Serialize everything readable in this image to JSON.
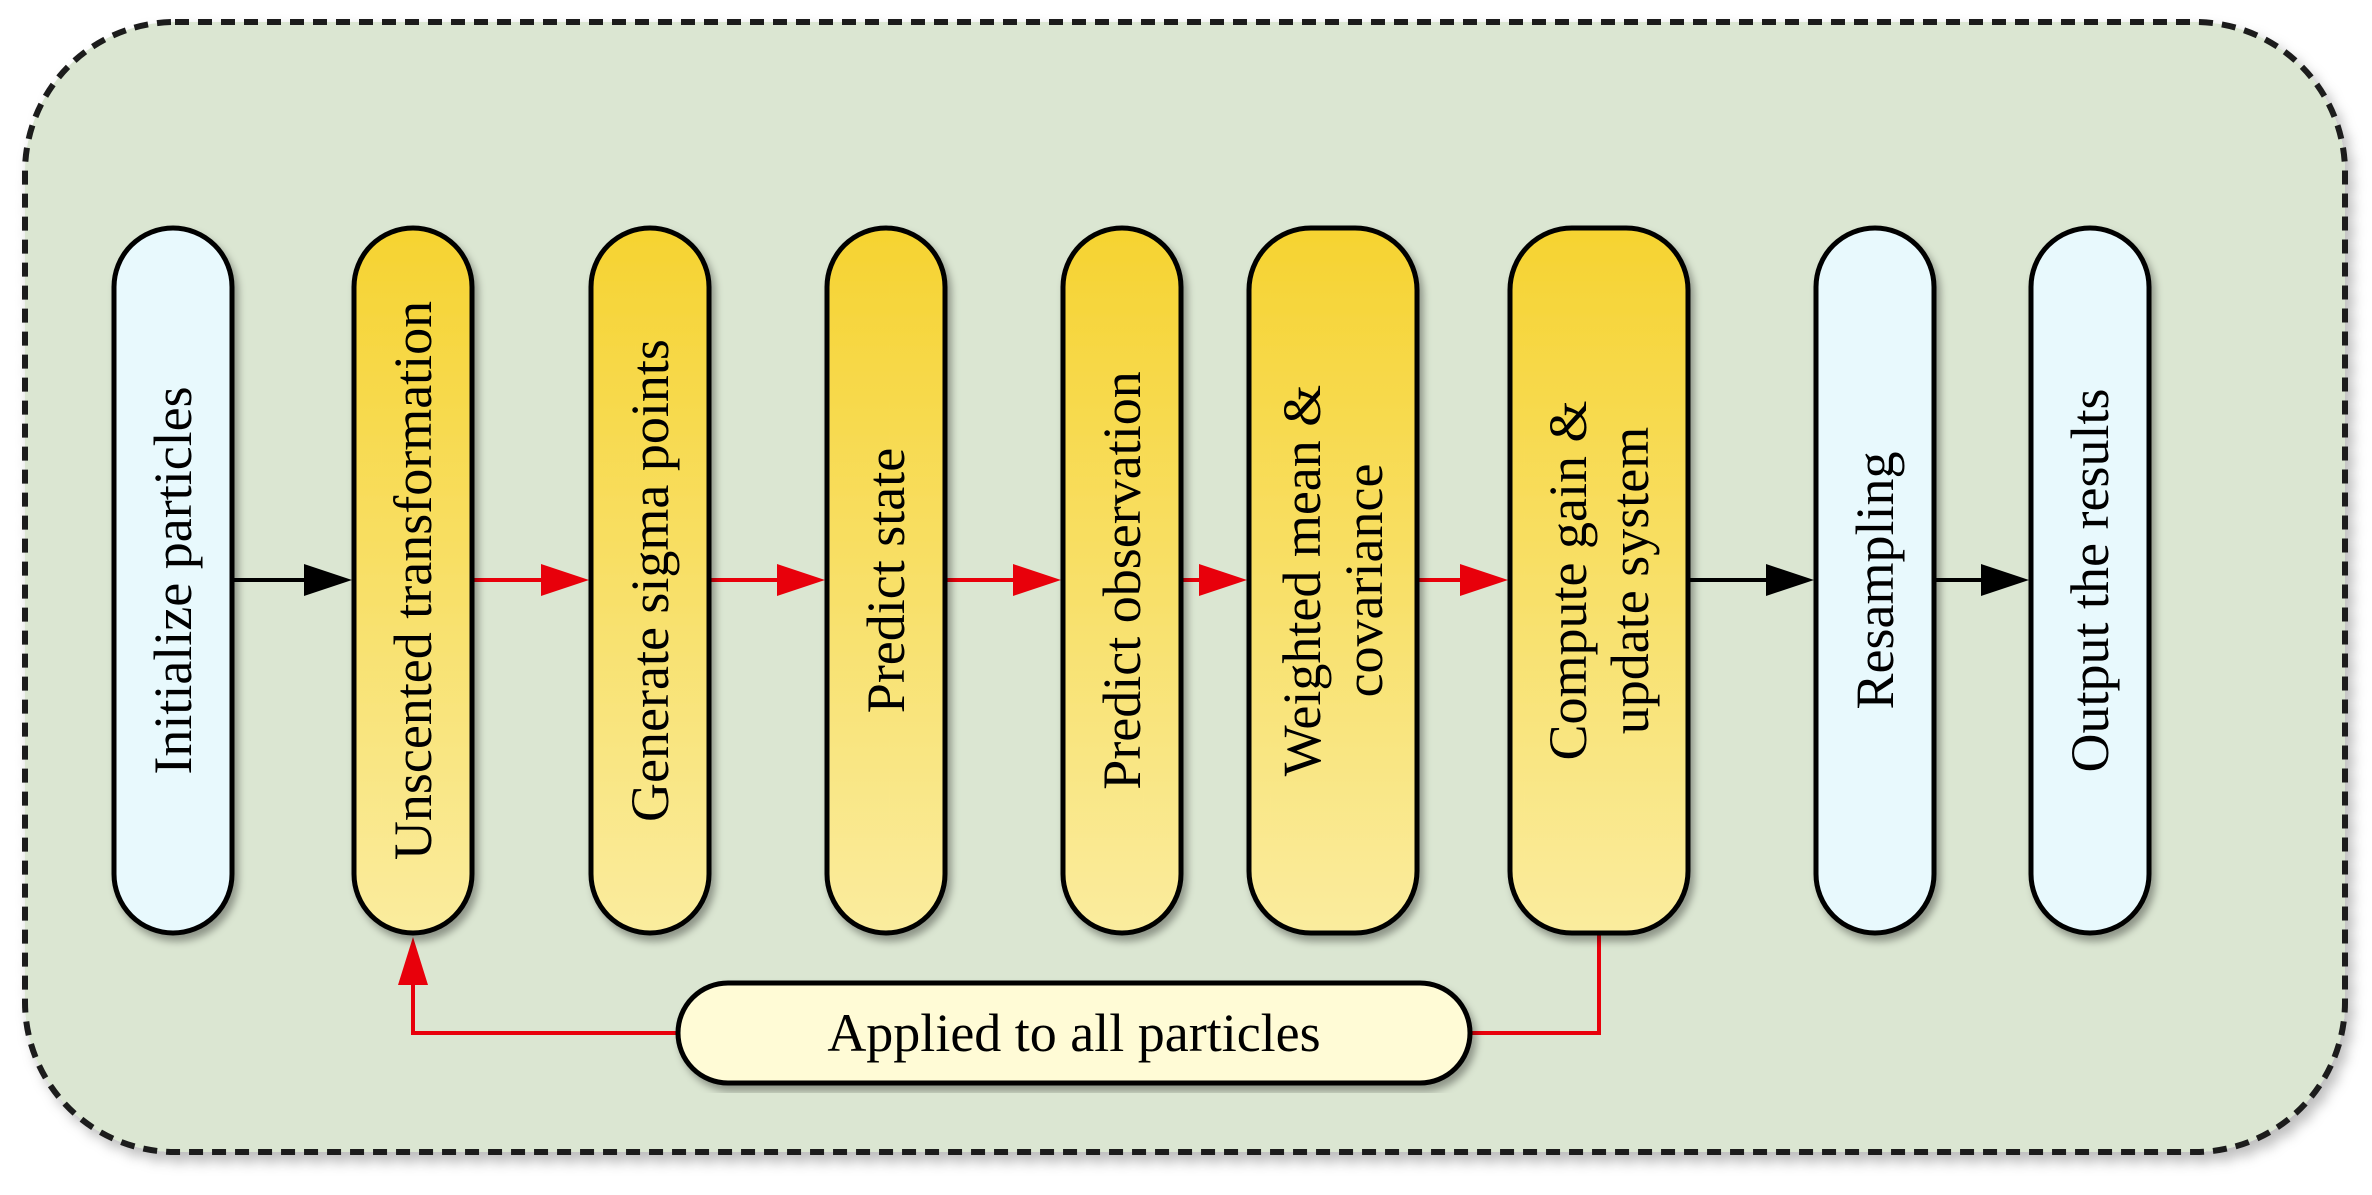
{
  "diagram": {
    "colors": {
      "background_panel": "#dbe6d2",
      "panel_border": "#1a1a1a",
      "node_blue_fill": "#e8f9fd",
      "node_yellow_top": "#f6d331",
      "node_yellow_bottom": "#faec9e",
      "legend_fill": "#fffbd6",
      "arrow_black": "#000000",
      "arrow_red": "#e8000b"
    },
    "nodes": [
      {
        "id": "init",
        "lines": [
          "Initialize particles"
        ],
        "style": "blue"
      },
      {
        "id": "unscented",
        "lines": [
          "Unscented transformation"
        ],
        "style": "yellow"
      },
      {
        "id": "sigma",
        "lines": [
          "Generate sigma points"
        ],
        "style": "yellow"
      },
      {
        "id": "predict-state",
        "lines": [
          "Predict state"
        ],
        "style": "yellow"
      },
      {
        "id": "predict-obs",
        "lines": [
          "Predict observation"
        ],
        "style": "yellow"
      },
      {
        "id": "weighted",
        "lines": [
          "Weighted mean &",
          "covariance"
        ],
        "style": "yellow"
      },
      {
        "id": "compute",
        "lines": [
          "Compute gain &",
          "update system"
        ],
        "style": "yellow"
      },
      {
        "id": "resampling",
        "lines": [
          "Resampling"
        ],
        "style": "blue"
      },
      {
        "id": "output",
        "lines": [
          "Output the results"
        ],
        "style": "blue"
      }
    ],
    "edges": [
      {
        "from": "init",
        "to": "unscented",
        "color": "black"
      },
      {
        "from": "unscented",
        "to": "sigma",
        "color": "red"
      },
      {
        "from": "sigma",
        "to": "predict-state",
        "color": "red"
      },
      {
        "from": "predict-state",
        "to": "predict-obs",
        "color": "red"
      },
      {
        "from": "predict-obs",
        "to": "weighted",
        "color": "red"
      },
      {
        "from": "weighted",
        "to": "compute",
        "color": "red"
      },
      {
        "from": "compute",
        "to": "resampling",
        "color": "black"
      },
      {
        "from": "resampling",
        "to": "output",
        "color": "black"
      }
    ],
    "loop": {
      "label": "Applied to all particles",
      "from": "compute",
      "to": "unscented",
      "color": "red"
    }
  }
}
